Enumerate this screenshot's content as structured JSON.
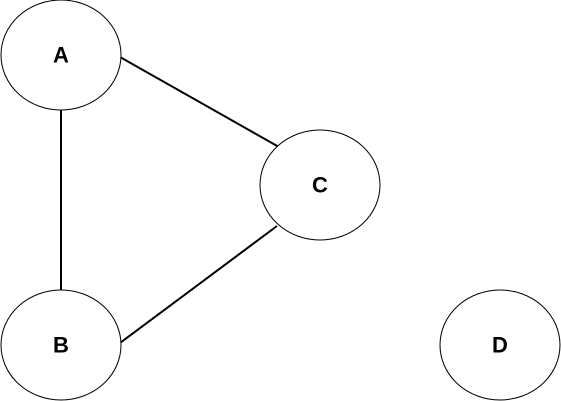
{
  "diagram": {
    "nodes": [
      {
        "id": "A",
        "label": "A"
      },
      {
        "id": "B",
        "label": "B"
      },
      {
        "id": "C",
        "label": "C"
      },
      {
        "id": "D",
        "label": "D"
      }
    ],
    "edges": [
      {
        "from": "A",
        "to": "C"
      },
      {
        "from": "A",
        "to": "B"
      },
      {
        "from": "C",
        "to": "B"
      }
    ]
  }
}
